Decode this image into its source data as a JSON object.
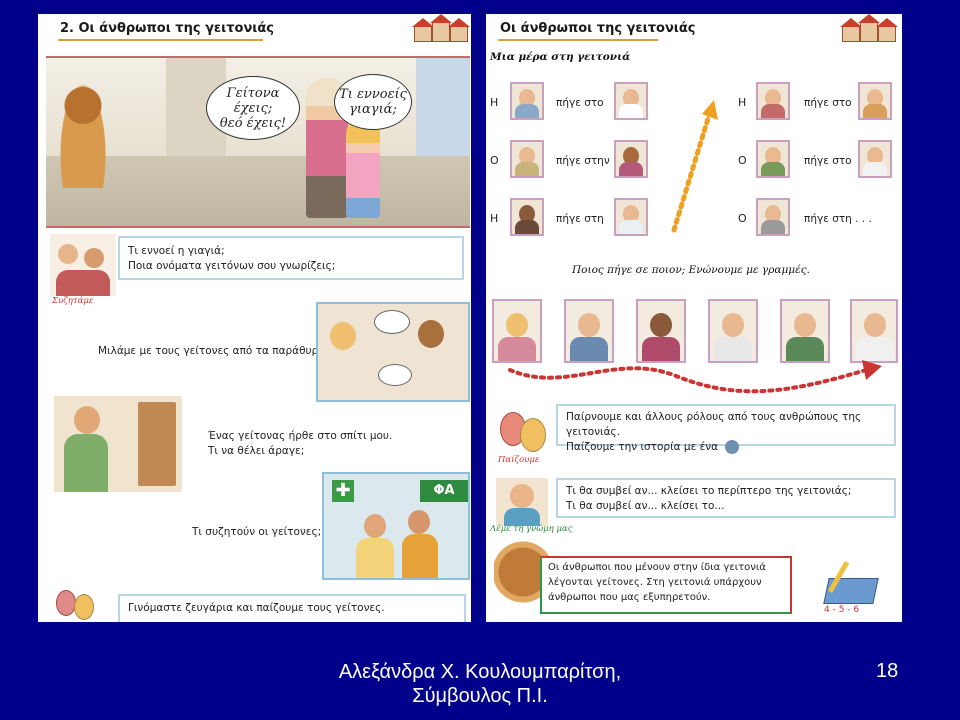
{
  "left_page": {
    "header_title": "2. Οι άνθρωποι της γειτονιάς",
    "bubble_lion": "Γείτονα έχεις;\nθεό έχεις!",
    "bubble_girl": "Τι εννοείς\nγιαγιά;",
    "questions_line1": "Τι εννοεί η γιαγιά;",
    "questions_line2": "Ποια ονόματα γειτόνων σου γνωρίζεις;",
    "label_discuss": "Συζητάμε",
    "window_text": "Μιλάμε με τους γείτονες από τα παράθυρα.",
    "visit_text_line1": "Ένας γείτονας ήρθε στο σπίτι μου.",
    "visit_text_line2": "Τι να θέλει άραγε;",
    "pharmacy_sign": "ΦΑ",
    "discuss_neighbors": "Τι συζητούν οι γείτονες;",
    "pairs_text": "Γινόμαστε ζευγάρια και παίζουμε τους γείτονες."
  },
  "right_page": {
    "header_title": "Οι άνθρωποι της γειτονιάς",
    "subtitle": "Μια μέρα στη γειτονιά",
    "left_rows": [
      {
        "letter": "Η",
        "text": "πήγε στο"
      },
      {
        "letter": "Ο",
        "text": "πήγε στην"
      },
      {
        "letter": "Η",
        "text": "πήγε στη"
      }
    ],
    "right_rows": [
      {
        "letter": "Η",
        "text": "πήγε στο"
      },
      {
        "letter": "Ο",
        "text": "πήγε στο"
      },
      {
        "letter": "Ο",
        "text": "πήγε στη . . ."
      }
    ],
    "connect_instruction": "Ποιος πήγε σε ποιον; Ενώνουμε με γραμμές.",
    "roles_line1": "Παίρνουμε και άλλους ρόλους από τους ανθρώπους της γειτονιάς.",
    "roles_line2": "Παίζουμε την ιστορία με ένα",
    "label_play": "Παίζουμε",
    "what_if_line1": "Τι θα συμβεί αν... κλείσει το περίπτερο της γειτονιάς;",
    "what_if_line2": "Τι θα συμβεί αν... κλείσει το...",
    "label_opinion": "Λέμε τη γνώμη μας",
    "summary_line1": "Οι άνθρωποι που μένουν στην ίδια γειτονιά",
    "summary_line2": "λέγονται γείτονες. Στη γειτονιά υπάρχουν",
    "summary_line3": "άνθρωποι που μας εξυπηρετούν.",
    "page_numbers": "4 - 5 - 6"
  },
  "footer": {
    "author_line1": "Αλεξάνδρα Χ. Κουλουμπαρίτση,",
    "author_line2": "Σύμβουλος Π.Ι.",
    "slide_number": "18"
  },
  "colors": {
    "background": "#00008b",
    "box_border": "#b9d6e6",
    "accent_red": "#cc3333",
    "arrow_orange": "#f0a020"
  }
}
